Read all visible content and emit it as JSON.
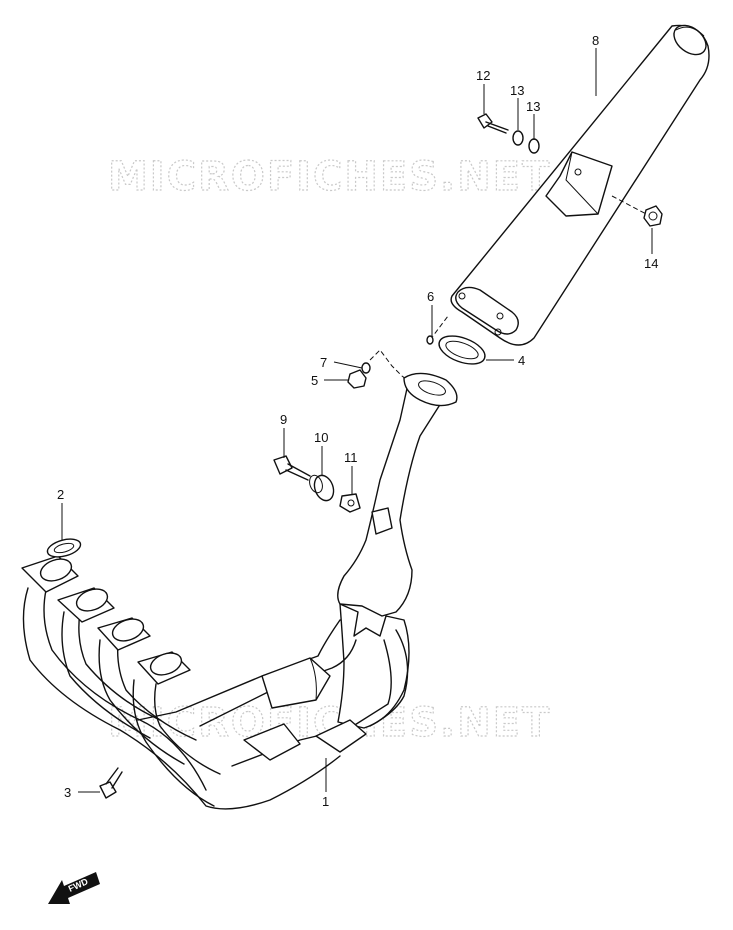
{
  "watermark": {
    "text": "MICROFICHES.NET"
  },
  "callouts": [
    "1",
    "2",
    "3",
    "4",
    "5",
    "6",
    "7",
    "8",
    "9",
    "10",
    "11",
    "12",
    "13",
    "13",
    "14"
  ],
  "fwd_label": "FWD"
}
